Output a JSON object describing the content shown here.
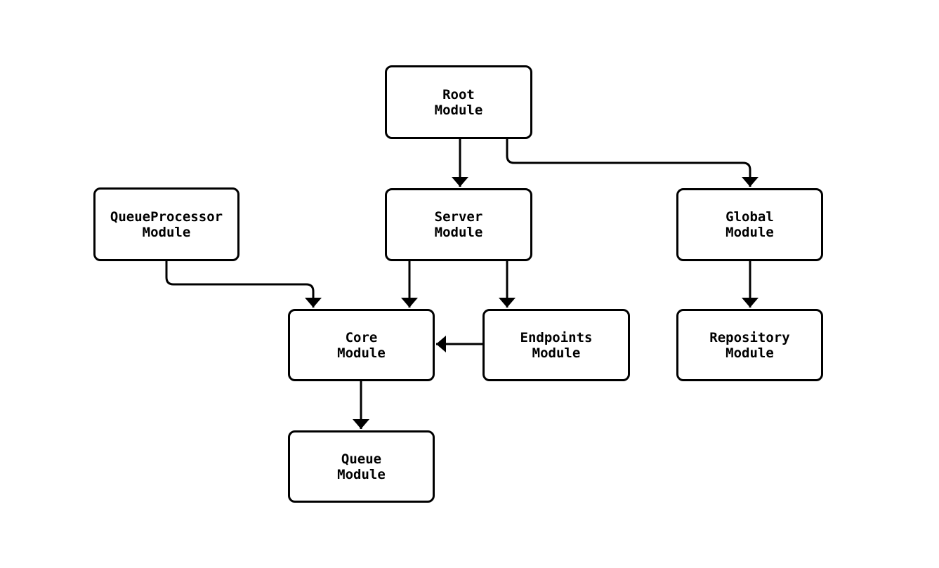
{
  "diagram": {
    "background_color": "#ffffff",
    "node_fill_color": "#ffffff",
    "stroke_color": "#000000",
    "nodes": {
      "root": {
        "label": "Root\nModule"
      },
      "queue_processor": {
        "label": "QueueProcessor\nModule"
      },
      "server": {
        "label": "Server\nModule"
      },
      "global": {
        "label": "Global\nModule"
      },
      "core": {
        "label": "Core\nModule"
      },
      "endpoints": {
        "label": "Endpoints\nModule"
      },
      "repository": {
        "label": "Repository\nModule"
      },
      "queue": {
        "label": "Queue\nModule"
      }
    },
    "edges": [
      {
        "from": "Root Module",
        "to": "Server Module"
      },
      {
        "from": "Root Module",
        "to": "Global Module"
      },
      {
        "from": "QueueProcessor Module",
        "to": "Core Module"
      },
      {
        "from": "Server Module",
        "to": "Core Module"
      },
      {
        "from": "Server Module",
        "to": "Endpoints Module"
      },
      {
        "from": "Endpoints Module",
        "to": "Core Module"
      },
      {
        "from": "Global Module",
        "to": "Repository Module"
      },
      {
        "from": "Core Module",
        "to": "Queue Module"
      }
    ]
  }
}
